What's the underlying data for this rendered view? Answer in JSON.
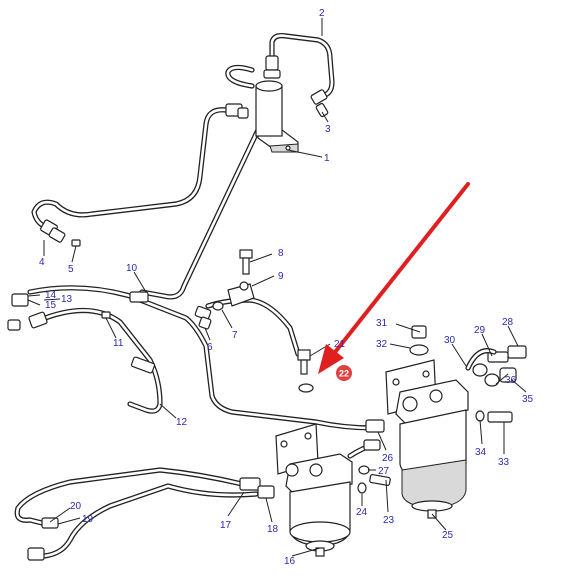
{
  "colors": {
    "label": "#2a2ab0",
    "arrow": "#e02020",
    "highlight_badge": "#e04040",
    "ink": "#222222"
  },
  "callouts": {
    "c1": "1",
    "c2": "2",
    "c3": "3",
    "c4": "4",
    "c5": "5",
    "c6": "6",
    "c7": "7",
    "c8": "8",
    "c9": "9",
    "c10": "10",
    "c11": "11",
    "c12": "12",
    "c13": "13",
    "c14": "14",
    "c15": "15",
    "c16": "16",
    "c17": "17",
    "c18": "18",
    "c19": "19",
    "c20": "20",
    "c21": "21",
    "c22": "22",
    "c23": "23",
    "c24": "24",
    "c25": "25",
    "c26": "26",
    "c27": "27",
    "c28": "28",
    "c29": "29",
    "c30": "30",
    "c31": "31",
    "c32": "32",
    "c33": "33",
    "c34": "34",
    "c35": "35",
    "c36": "36"
  },
  "highlighted_part": "22"
}
